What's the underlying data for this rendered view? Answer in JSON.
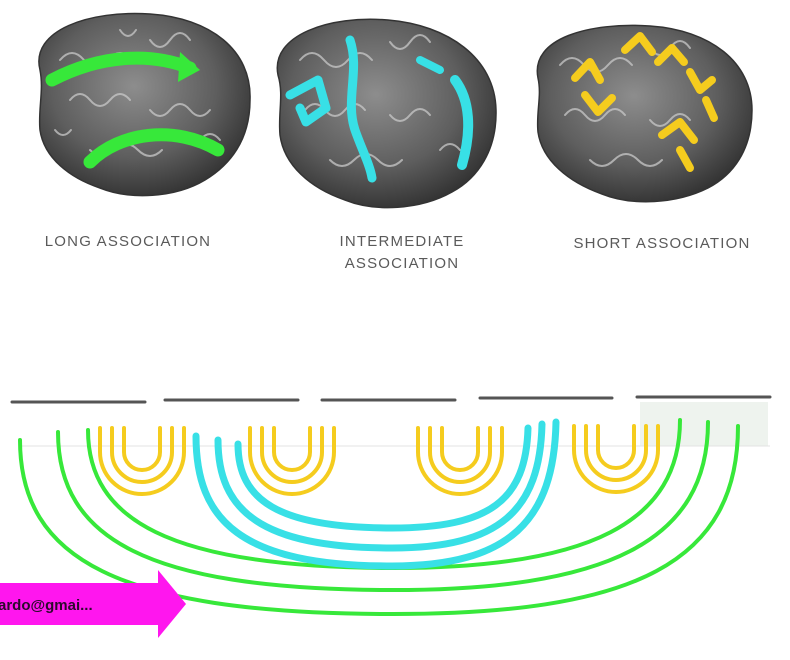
{
  "panels": [
    {
      "label_lines": [
        "LONG ASSOCIATION"
      ],
      "fiber_color": "#37e83a"
    },
    {
      "label_lines": [
        "INTERMEDIATE",
        "ASSOCIATION"
      ],
      "fiber_color": "#38e0e6"
    },
    {
      "label_lines": [
        "SHORT ASSOCIATION"
      ],
      "fiber_color": "#f5cc1e"
    }
  ],
  "colors": {
    "long": "#37e83a",
    "intermediate": "#38e0e6",
    "short": "#f5cc1e",
    "cortex_line": "#555555",
    "arrow": "#ff16ee"
  },
  "watermark": {
    "text": "ardo@gmai..."
  },
  "icons": {
    "arrow": "arrow-right-icon"
  }
}
